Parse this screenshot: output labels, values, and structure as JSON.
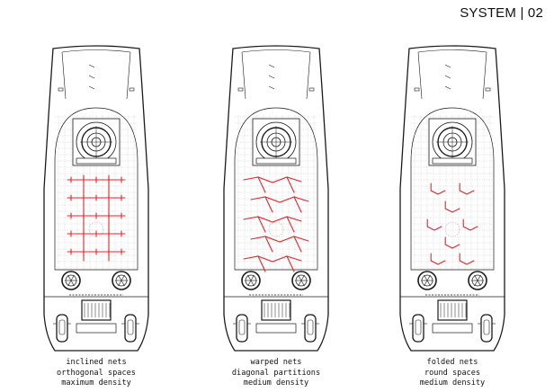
{
  "header": {
    "title": "SYSTEM | 02"
  },
  "colors": {
    "line": "#1a1a1a",
    "grid": "#bdbdbd",
    "net": "#e8232a"
  },
  "panels": [
    {
      "pattern": "orthogonal",
      "caption": [
        "inclined nets",
        "orthogonal spaces",
        "maximum density"
      ]
    },
    {
      "pattern": "diagonal",
      "caption": [
        "warped nets",
        "diagonal partitions",
        "medium density"
      ]
    },
    {
      "pattern": "round",
      "caption": [
        "folded nets",
        "round spaces",
        "medium density"
      ]
    }
  ]
}
